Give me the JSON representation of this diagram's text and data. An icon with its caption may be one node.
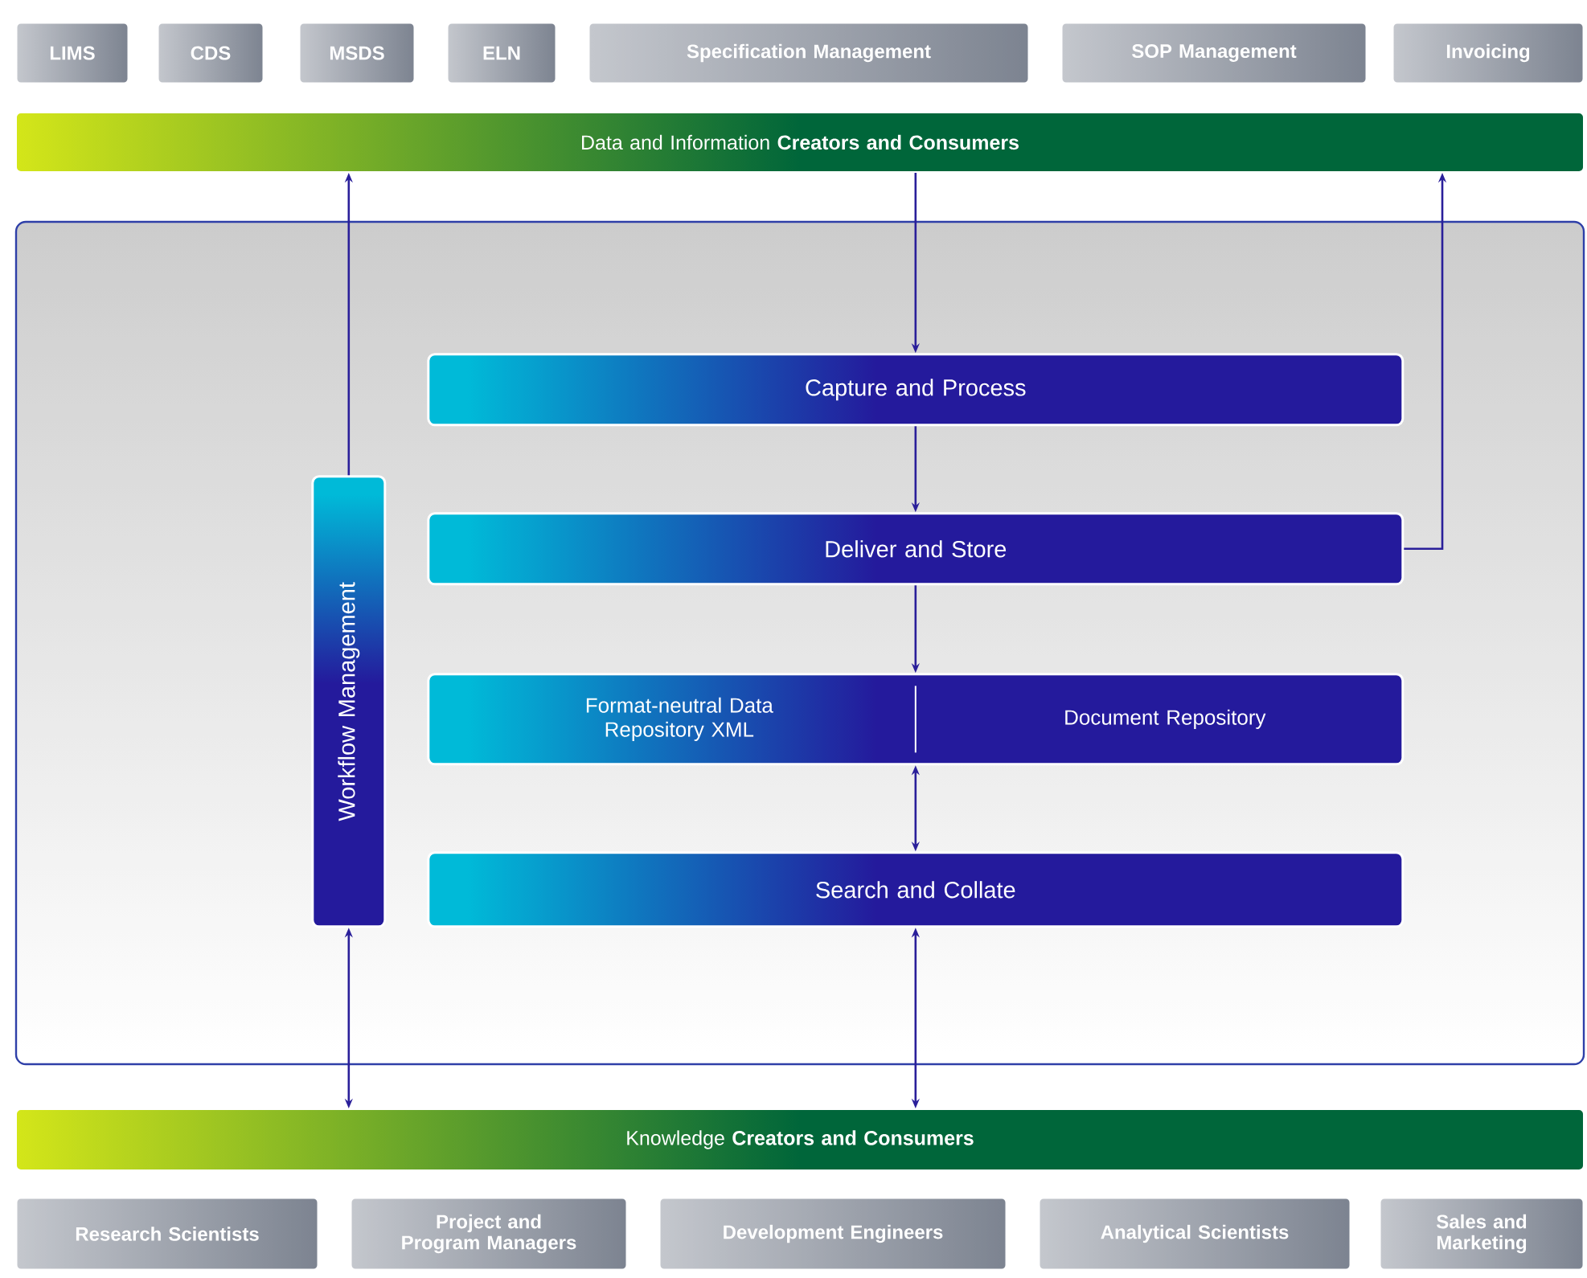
{
  "diagram": {
    "nodes": [
      {
        "text": [
          "LIMS"
        ]
      },
      {
        "text": [
          "CDS"
        ]
      },
      {
        "text": [
          "MSDS"
        ]
      },
      {
        "text": [
          "ELN"
        ]
      },
      {
        "text": [
          "Specification Management"
        ]
      },
      {
        "text": [
          "SOP Management"
        ]
      },
      {
        "text": [
          "Invoicing"
        ]
      },
      {
        "text": [
          "Data and Information **Creators and Consumers**"
        ]
      },
      {
        "text": [],
        "shape": "box"
      },
      {
        "text": [
          "Workflow Management"
        ],
        "in": 8
      },
      {
        "text": [
          "Capture and Process"
        ],
        "in": 8
      },
      {
        "text": [
          "Deliver and Store"
        ],
        "in": 8
      },
      {
        "text": [
          "Format-neutral Data Repository XML",
          "Document Repository"
        ],
        "in": 8
      },
      {
        "text": [
          "Search and Collate"
        ],
        "in": 8
      },
      {
        "text": [
          "Knowledge **Creators and Consumers**"
        ]
      },
      {
        "text": [
          "Research Scientists"
        ]
      },
      {
        "text": [
          "Project and Program Managers"
        ]
      },
      {
        "text": [
          "Development Engineers"
        ]
      },
      {
        "text": [
          "Analytical Scientists"
        ]
      },
      {
        "text": [
          "Sales and Marketing"
        ]
      }
    ],
    "edges": [
      {
        "from": 9,
        "to": 7,
        "arrow": "to"
      },
      {
        "from": 7,
        "to": 10,
        "arrow": "to"
      },
      {
        "from": 10,
        "to": 11,
        "arrow": "to"
      },
      {
        "from": 11,
        "to": 7,
        "arrow": "to"
      },
      {
        "from": 11,
        "to": 12,
        "arrow": "to"
      },
      {
        "from": 12,
        "to": 13,
        "arrow": "both"
      },
      {
        "from": 9,
        "to": 14,
        "arrow": "both"
      },
      {
        "from": 13,
        "to": 14,
        "arrow": "both"
      }
    ]
  }
}
